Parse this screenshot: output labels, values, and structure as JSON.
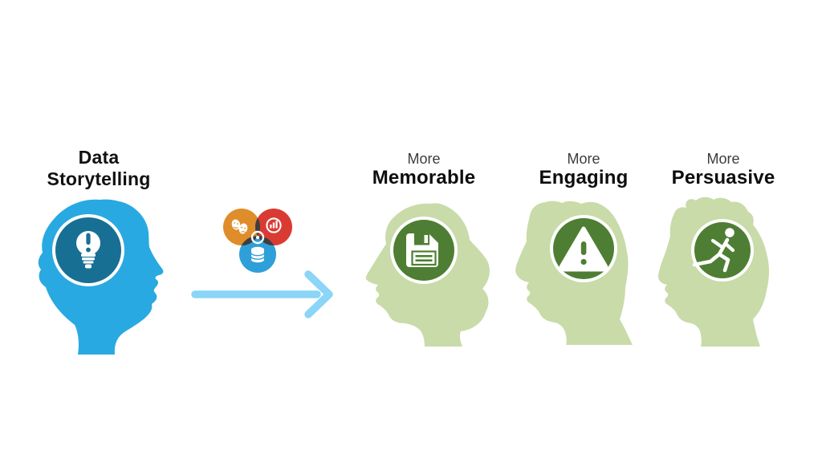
{
  "diagram": {
    "title": {
      "line1": "Data",
      "line2": "Storytelling"
    },
    "input_head": {
      "icon": "lightbulb-exclamation-icon",
      "color": "#29A9E1",
      "badge_color": "#186F94"
    },
    "venn": {
      "icon": "venn-diagram-icon",
      "circles": [
        {
          "name": "narrative",
          "icon": "theater-masks-icon",
          "color": "#DF8D2A"
        },
        {
          "name": "visuals",
          "icon": "bar-chart-icon",
          "color": "#D93B33"
        },
        {
          "name": "data",
          "icon": "database-icon",
          "color": "#2E9FD9"
        }
      ],
      "center_icon": "sync-icon",
      "overlap_color": "#3E3E3E"
    },
    "arrow": {
      "icon": "right-arrow-icon",
      "color": "#8AD5F8"
    },
    "outcomes": [
      {
        "qualifier": "More",
        "name": "Memorable",
        "icon": "floppy-disk-save-icon"
      },
      {
        "qualifier": "More",
        "name": "Engaging",
        "icon": "warning-triangle-icon"
      },
      {
        "qualifier": "More",
        "name": "Persuasive",
        "icon": "running-person-icon"
      }
    ],
    "outcome_head_color": "#C8DBA9",
    "outcome_badge_color": "#4E7E33",
    "text_colors": {
      "heading": "#111111",
      "qualifier": "#3C3C3C"
    }
  }
}
